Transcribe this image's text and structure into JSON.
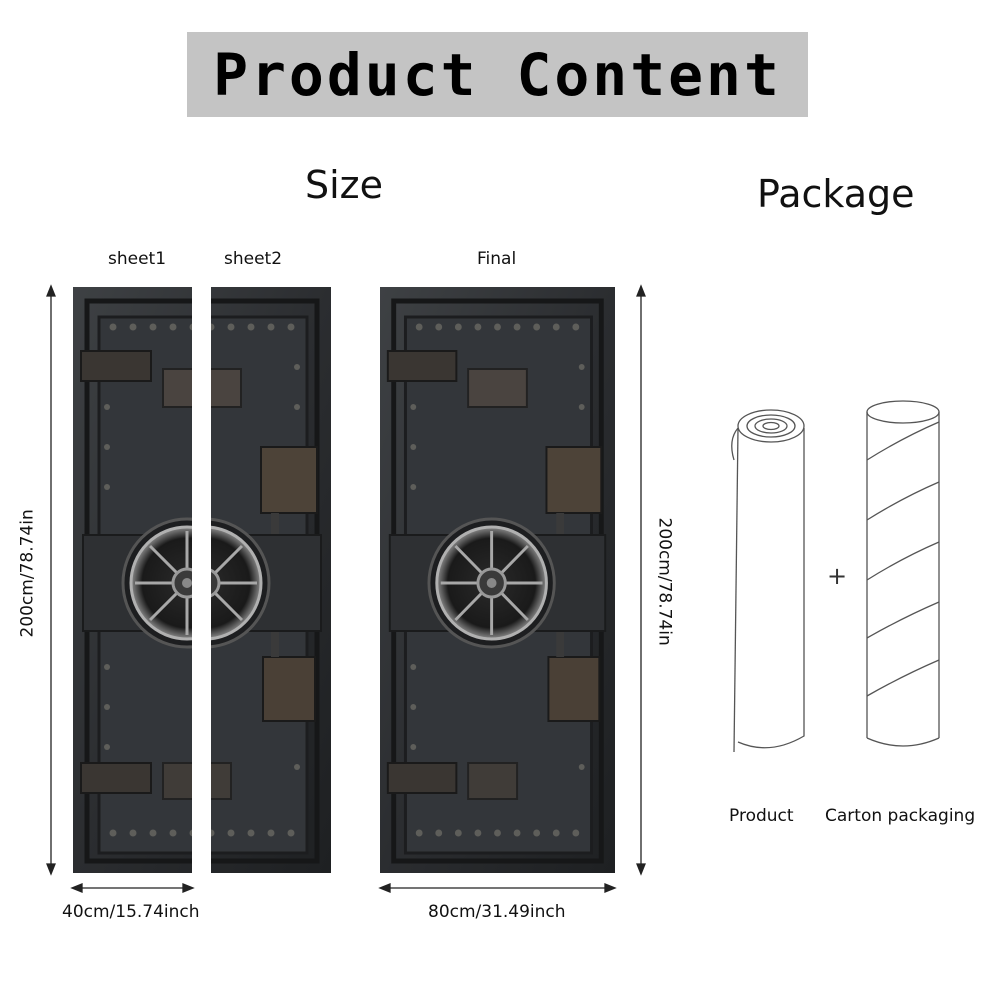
{
  "banner": {
    "title": "Product Content"
  },
  "size_section": {
    "heading": "Size",
    "sheet1_label": "sheet1",
    "sheet2_label": "sheet2",
    "final_label": "Final",
    "height_left": "200cm/78.74in",
    "height_right": "200cm/78.74in",
    "width_sheet": "40cm/15.74inch",
    "width_final": "80cm/31.49inch"
  },
  "package_section": {
    "heading": "Package",
    "plus": "+",
    "product_label": "Product",
    "carton_label": "Carton packaging"
  },
  "colors": {
    "banner_bg": "#c4c4c4",
    "door_dark": "#2a2c2e",
    "door_mid": "#3c3f42",
    "rivet": "#6a6a66",
    "rust": "#5a4a3a"
  },
  "icons": [
    "vault-door",
    "rolled-sticker-icon",
    "carton-tube-icon",
    "dimension-arrow"
  ]
}
